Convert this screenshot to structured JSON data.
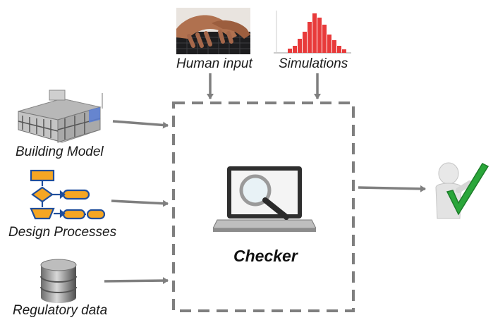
{
  "inputs": {
    "building_model": "Building Model",
    "design_processes": "Design Processes",
    "regulatory_data": "Regulatory data",
    "human_input": "Human input",
    "simulations": "Simulations"
  },
  "checker": {
    "label": "Checker"
  },
  "colors": {
    "arrow": "#7f7f7f",
    "dashed_border": "#7f7f7f",
    "flow_shape": "#f5a623",
    "histogram": "#e83a3a",
    "checkmark": "#2aa63a"
  },
  "icons": {
    "building_model": "building-model-icon",
    "design_processes": "flowchart-icon",
    "regulatory_data": "database-icon",
    "human_input": "keyboard-typing-icon",
    "simulations": "histogram-icon",
    "checker": "laptop-magnifier-icon",
    "output": "person-checkmark-icon"
  }
}
